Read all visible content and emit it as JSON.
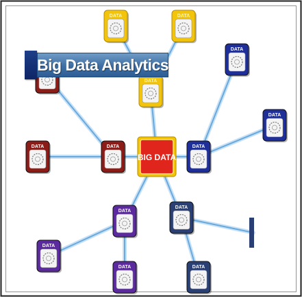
{
  "title": "Big Data Analytics",
  "hub_label": "BIG DATA",
  "node_label": "DATA",
  "colors": {
    "red": "#8b1c18",
    "yellow": "#f2c40c",
    "blue": "#1f2f9a",
    "purple": "#5b2a9e",
    "navy": "#2a3f74",
    "hub_fill": "#e0261c",
    "hub_border": "#f5c400",
    "link": "#6aa9dc",
    "title_bg": "#3e6ea3"
  },
  "nodes": [
    {
      "id": "red-1",
      "color": "red"
    },
    {
      "id": "red-2",
      "color": "red"
    },
    {
      "id": "red-3",
      "color": "red"
    },
    {
      "id": "yellow-1",
      "color": "yellow"
    },
    {
      "id": "yellow-2",
      "color": "yellow"
    },
    {
      "id": "yellow-3",
      "color": "yellow"
    },
    {
      "id": "blue-1",
      "color": "blue"
    },
    {
      "id": "blue-2",
      "color": "blue"
    },
    {
      "id": "blue-3",
      "color": "blue"
    },
    {
      "id": "purple-1",
      "color": "purple"
    },
    {
      "id": "purple-2",
      "color": "purple"
    },
    {
      "id": "purple-3",
      "color": "purple"
    },
    {
      "id": "navy-1",
      "color": "navy"
    },
    {
      "id": "navy-2",
      "color": "navy"
    }
  ],
  "links": [
    [
      "hub",
      "red-2"
    ],
    [
      "red-2",
      "red-3"
    ],
    [
      "red-2",
      "red-1"
    ],
    [
      "hub",
      "yellow-3"
    ],
    [
      "yellow-3",
      "yellow-1"
    ],
    [
      "yellow-3",
      "yellow-2"
    ],
    [
      "hub",
      "blue-3"
    ],
    [
      "blue-3",
      "blue-1"
    ],
    [
      "blue-3",
      "blue-2"
    ],
    [
      "hub",
      "purple-1"
    ],
    [
      "purple-1",
      "purple-2"
    ],
    [
      "purple-1",
      "purple-3"
    ],
    [
      "hub",
      "navy-1"
    ],
    [
      "navy-1",
      "navy-2"
    ],
    [
      "navy-1",
      "edge-right"
    ]
  ]
}
